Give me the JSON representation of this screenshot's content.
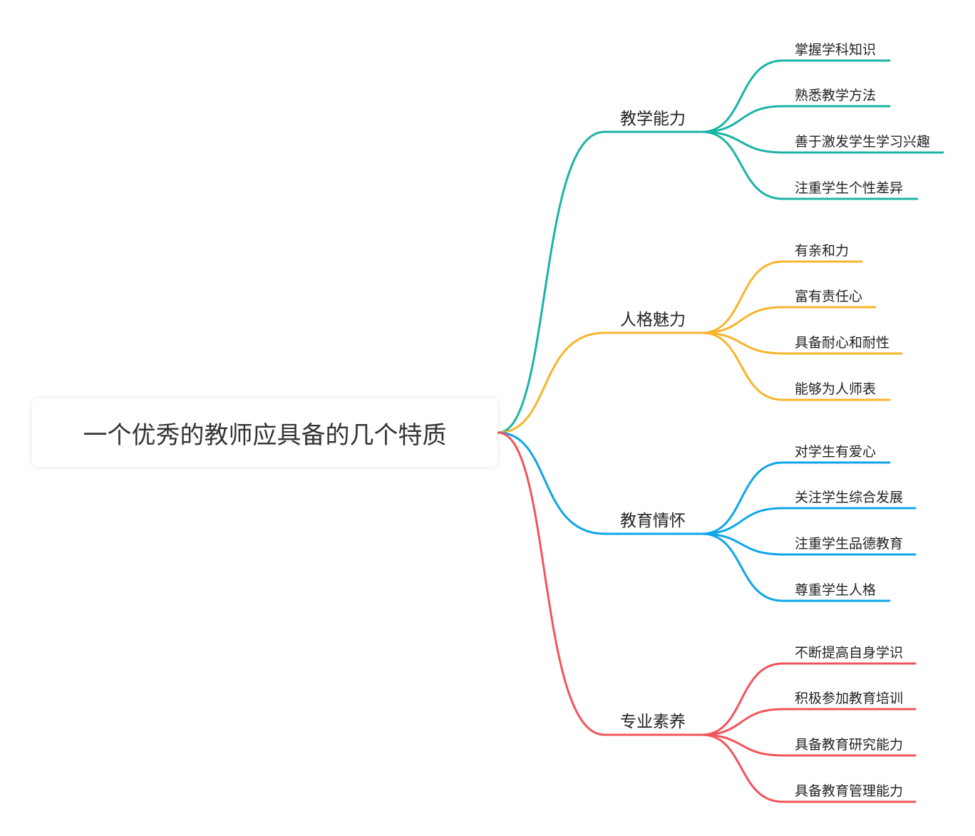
{
  "root": {
    "title": "一个优秀的教师应具备的几个特质"
  },
  "branches": [
    {
      "label": "教学能力",
      "color": "#1ab4a4",
      "leaves": [
        "掌握学科知识",
        "熟悉教学方法",
        "善于激发学生学习兴趣",
        "注重学生个性差异"
      ]
    },
    {
      "label": "人格魅力",
      "color": "#f7b52c",
      "leaves": [
        "有亲和力",
        "富有责任心",
        "具备耐心和耐性",
        "能够为人师表"
      ]
    },
    {
      "label": "教育情怀",
      "color": "#0ea5e9",
      "leaves": [
        "对学生有爱心",
        "关注学生综合发展",
        "注重学生品德教育",
        "尊重学生人格"
      ]
    },
    {
      "label": "专业素养",
      "color": "#f2545b",
      "leaves": [
        "不断提高自身学识",
        "积极参加教育培训",
        "具备教育研究能力",
        "具备教育管理能力"
      ]
    }
  ]
}
